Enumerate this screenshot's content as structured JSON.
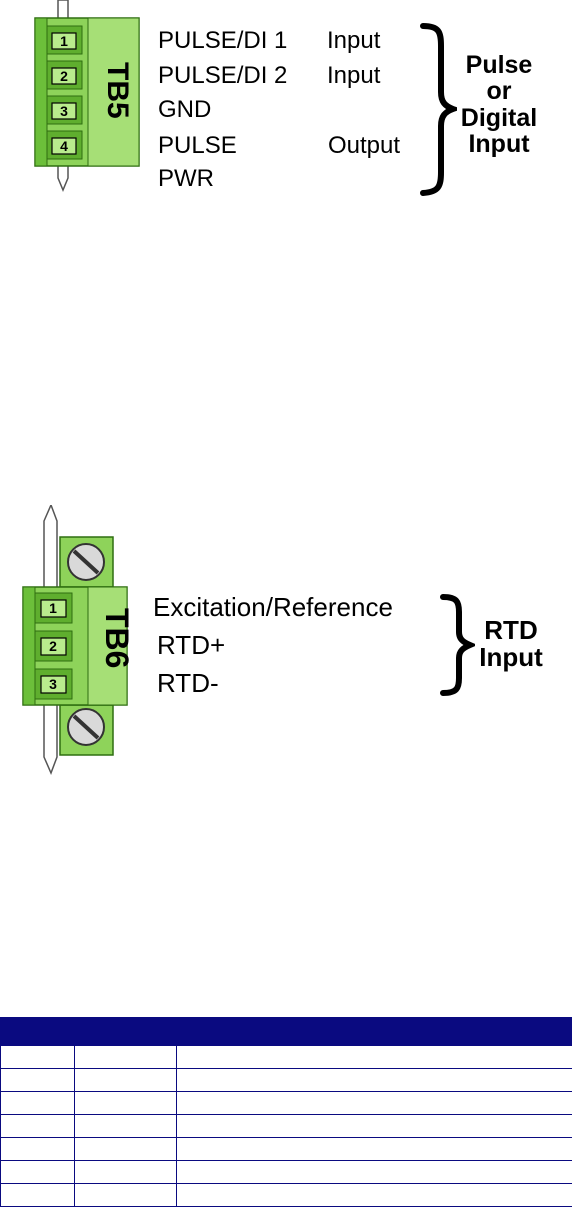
{
  "tb5": {
    "name": "TB5",
    "pin_numbers": [
      "1",
      "2",
      "3",
      "4"
    ],
    "pins": [
      {
        "signal": "PULSE/DI 1",
        "direction": "Input"
      },
      {
        "signal": "PULSE/DI 2",
        "direction": "Input"
      },
      {
        "signal": "GND",
        "direction": ""
      },
      {
        "signal": "PULSE",
        "direction": "Output"
      },
      {
        "signal": "PWR",
        "direction": ""
      }
    ],
    "group_label": [
      "Pulse",
      "or",
      "Digital",
      "Input"
    ]
  },
  "tb6": {
    "name": "TB6",
    "pin_numbers": [
      "1",
      "2",
      "3"
    ],
    "pins": [
      {
        "signal": "Excitation/Reference"
      },
      {
        "signal": "RTD+"
      },
      {
        "signal": "RTD-"
      }
    ],
    "group_label": [
      "RTD",
      "Input"
    ]
  },
  "colors": {
    "connector_green": "#8ed35a",
    "connector_dark": "#4f9a22",
    "table_header": "#0a0a80"
  }
}
